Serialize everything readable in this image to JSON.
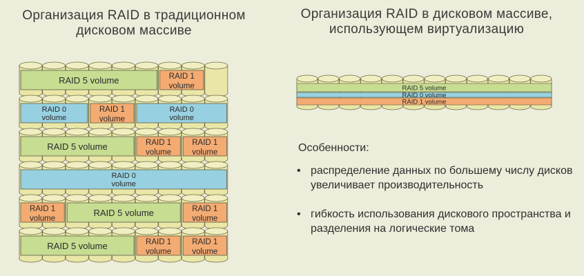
{
  "left_title": "Организация RAID в традиционном дисковом массиве",
  "right_title": "Организация RAID в дисковом массиве, использующем виртуализацию",
  "volumes": {
    "raid5": "RAID 5 volume",
    "raid0": "RAID 0 volume",
    "raid1": "RAID 1 volume"
  },
  "virtual_bands": {
    "raid5": "RAID 5 volume",
    "raid0": "RAID 0 volume",
    "raid1": "RAID 1 volume"
  },
  "features": {
    "heading": "Особенности:",
    "bullet_char": "•",
    "items": [
      "распределение данных по большему числу дисков увеличивает производительность",
      "гибкость использования дискового пространства и разделения на логические тома"
    ]
  },
  "colors": {
    "disk": "#e9e6a7",
    "disk_top": "#f1efc2",
    "disk_stroke": "#6e6c48",
    "raid5": "#c6dd92",
    "raid0": "#97d1e1",
    "raid1": "#f4ab72",
    "background": "#ededdb"
  }
}
